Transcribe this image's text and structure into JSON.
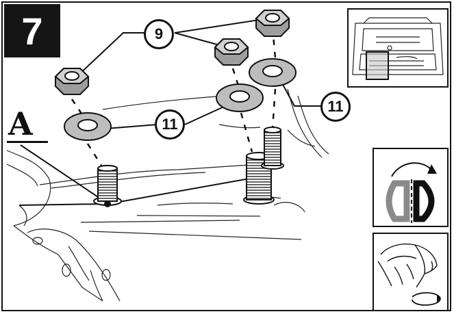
{
  "step": {
    "number": "7"
  },
  "callouts": [
    {
      "label": "9"
    },
    {
      "label": "11"
    },
    {
      "label": "11"
    }
  ],
  "detail_marker": {
    "label": "A"
  },
  "icons": {
    "main": "bolt-nut-washer-installation-icon",
    "vehicle": "vehicle-rear-cargo-icon",
    "symmetry": "mirror-both-sides-icon",
    "hand": "hand-tighten-icon"
  }
}
